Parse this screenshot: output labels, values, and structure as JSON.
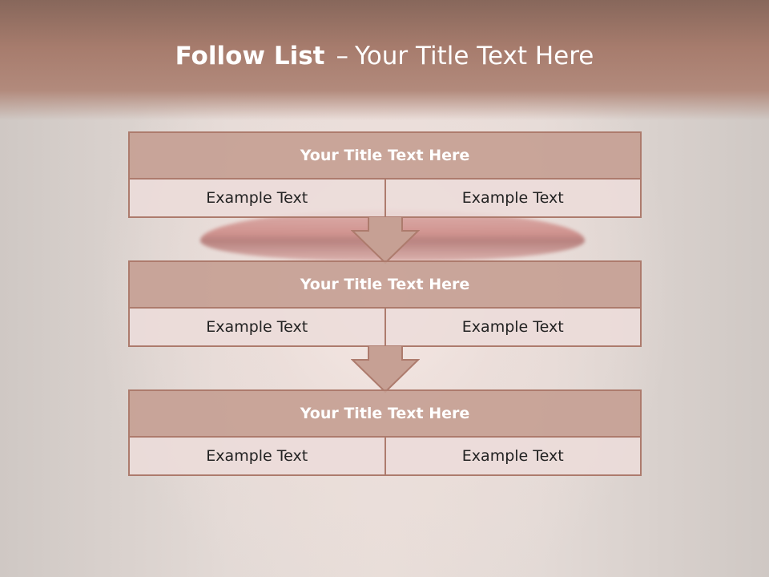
{
  "slide": {
    "title_bold": "Follow List",
    "title_separator": "–",
    "title_rest": "Your Title Text Here"
  },
  "blocks": [
    {
      "title": "Your Title Text Here",
      "cells": [
        "Example Text",
        "Example Text"
      ]
    },
    {
      "title": "Your Title Text Here",
      "cells": [
        "Example Text",
        "Example Text"
      ]
    },
    {
      "title": "Your Title Text Here",
      "cells": [
        "Example Text",
        "Example Text"
      ]
    }
  ],
  "colors": {
    "header_band": "#a77c6d",
    "block_border": "#ad7b6d",
    "block_header_fill": "#c6a094",
    "cell_fill": "#ecdcd9",
    "arrow_fill": "#c6a094"
  },
  "icons": [
    "down-arrow-icon",
    "down-arrow-icon"
  ]
}
